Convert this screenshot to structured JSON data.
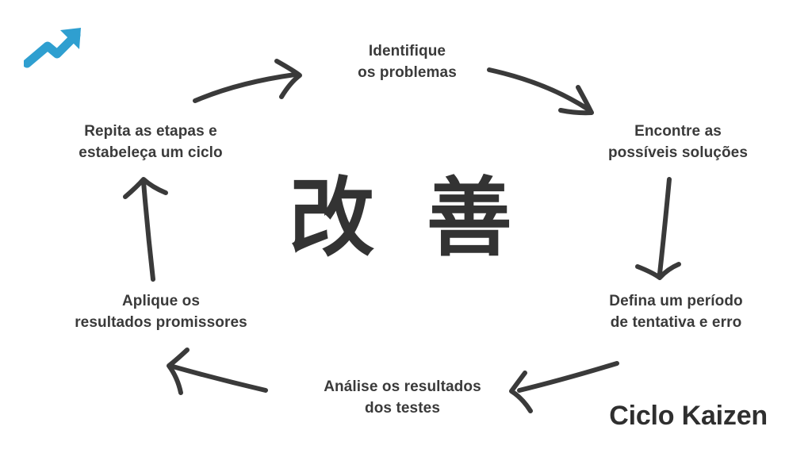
{
  "diagram": {
    "title": "Ciclo Kaizen",
    "center_symbol": "改 善",
    "logo_icon": "trending-up-arrow-icon",
    "accent_color": "#2f9fd0",
    "text_color": "#3a3a3a",
    "background_color": "#ffffff",
    "steps": [
      {
        "id": "identify",
        "label": "Identifique\nos problemas"
      },
      {
        "id": "find-solutions",
        "label": "Encontre as\npossíveis soluções"
      },
      {
        "id": "define-period",
        "label": "Defina um período\nde tentativa e erro"
      },
      {
        "id": "analyze-results",
        "label": "Análise os resultados\ndos testes"
      },
      {
        "id": "apply-results",
        "label": "Aplique os\nresultados promissores"
      },
      {
        "id": "repeat-cycle",
        "label": "Repita as etapas e\nestabeleça um ciclo"
      }
    ],
    "arrows": [
      {
        "id": "repeat-to-identify",
        "direction": "up-right"
      },
      {
        "id": "identify-to-solutions",
        "direction": "down-right"
      },
      {
        "id": "solutions-to-period",
        "direction": "down"
      },
      {
        "id": "period-to-analyze",
        "direction": "down-left"
      },
      {
        "id": "analyze-to-apply",
        "direction": "up-left"
      },
      {
        "id": "apply-to-repeat",
        "direction": "up"
      }
    ]
  }
}
